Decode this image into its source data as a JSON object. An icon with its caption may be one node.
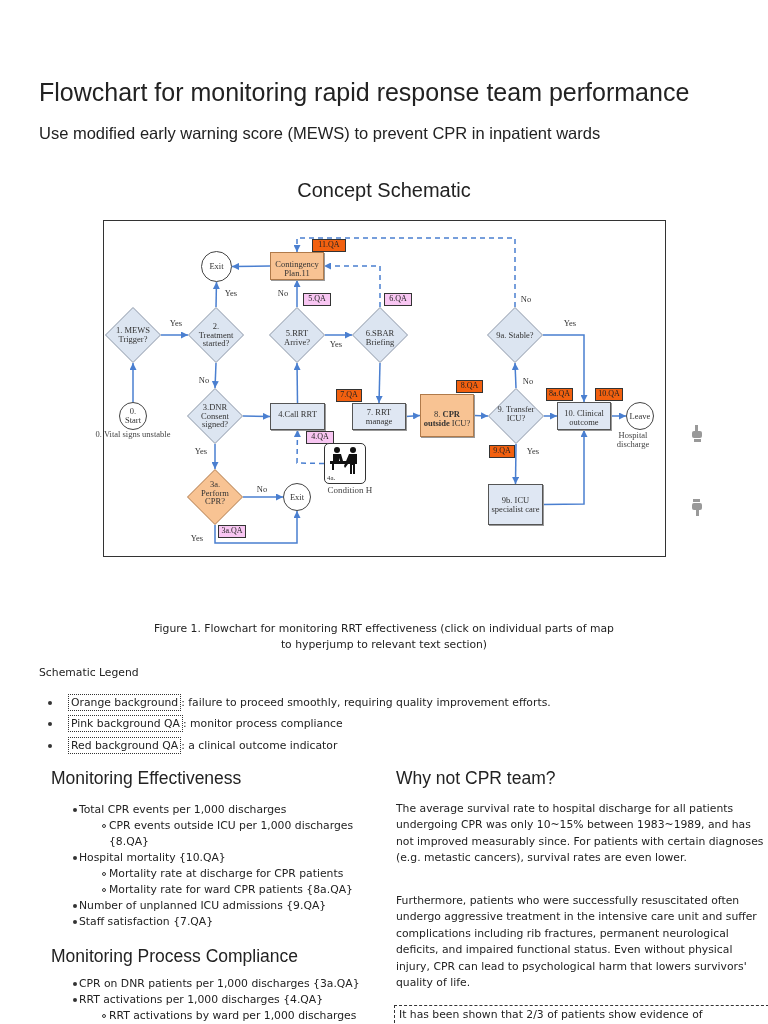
{
  "diagram": {
    "title": "Flowchart for monitoring rapid response team performance",
    "caption": "Figure 1. Flowchart for monitoring RRT effectiveness (click on individual parts of map to hyperjump to relevant text section)",
    "nodes": [
      {
        "text": [
          "Exit"
        ]
      },
      {
        "text": [
          "Contingency Plan.11"
        ]
      },
      {
        "text": [
          "11.QA"
        ]
      },
      {
        "text": [
          "1. MEWS Trigger?"
        ]
      },
      {
        "text": [
          "2. Treatment started?"
        ]
      },
      {
        "text": [
          "5.RRT Arrive?"
        ]
      },
      {
        "text": [
          "5.QA"
        ]
      },
      {
        "text": [
          "6.SBAR Briefing"
        ]
      },
      {
        "text": [
          "6.QA"
        ]
      },
      {
        "text": [
          "9a. Stable?"
        ]
      },
      {
        "text": [
          "0. Start"
        ],
        "beside": [
          "0. Vital signs unstable"
        ]
      },
      {
        "text": [
          "3.DNR Consent signed?"
        ]
      },
      {
        "text": [
          "4.Call RRT"
        ]
      },
      {
        "text": [
          "4.QA"
        ]
      },
      {
        "text": [
          "7.QA"
        ]
      },
      {
        "text": [
          "7. RRT manage"
        ]
      },
      {
        "text": [
          "8. **CPR outside** ICU?"
        ]
      },
      {
        "text": [
          "8.QA"
        ]
      },
      {
        "text": [
          "9. Transfer ICU?"
        ]
      },
      {
        "text": [
          "9.QA"
        ]
      },
      {
        "text": [
          "8a.QA"
        ]
      },
      {
        "text": [
          "10.QA"
        ]
      },
      {
        "text": [
          "10. Clinical outcome"
        ]
      },
      {
        "text": [
          "Leave"
        ],
        "beside": [
          "Hospital discharge"
        ]
      },
      {
        "text": [
          "4a."
        ],
        "beside": [
          "Condition H"
        ]
      },
      {
        "text": [
          "3a. Perform CPR?"
        ]
      },
      {
        "text": [
          "3a.QA"
        ]
      },
      {
        "text": [
          "Exit"
        ]
      },
      {
        "text": [
          "9b. ICU specialist care"
        ]
      }
    ],
    "edges": [
      {
        "from": 10,
        "to": 3,
        "arrow": "to"
      },
      {
        "from": 3,
        "to": 4,
        "arrow": "to",
        "label": "Yes"
      },
      {
        "from": 4,
        "to": 0,
        "arrow": "to",
        "label": "Yes"
      },
      {
        "from": 4,
        "to": 11,
        "arrow": "to",
        "label": "No"
      },
      {
        "from": 11,
        "to": 12,
        "arrow": "to"
      },
      {
        "from": 11,
        "to": 25,
        "arrow": "to",
        "label": "Yes"
      },
      {
        "from": 25,
        "to": 27,
        "arrow": "to",
        "label": "No"
      },
      {
        "from": 25,
        "to": 27,
        "arrow": "to",
        "label": "Yes"
      },
      {
        "from": 12,
        "to": 5,
        "arrow": "to"
      },
      {
        "from": 5,
        "to": 1,
        "arrow": "to",
        "label": "No"
      },
      {
        "from": 5,
        "to": 7,
        "arrow": "to",
        "label": "Yes"
      },
      {
        "from": 7,
        "to": 1,
        "arrow": "to",
        "style": "dashed"
      },
      {
        "from": 7,
        "to": 15,
        "arrow": "to"
      },
      {
        "from": 1,
        "to": 0,
        "arrow": "to"
      },
      {
        "from": 15,
        "to": 16,
        "arrow": "to"
      },
      {
        "from": 16,
        "to": 18,
        "arrow": "to"
      },
      {
        "from": 18,
        "to": 22,
        "arrow": "to"
      },
      {
        "from": 18,
        "to": 9,
        "arrow": "to",
        "label": "No"
      },
      {
        "from": 18,
        "to": 28,
        "arrow": "to",
        "label": "Yes"
      },
      {
        "from": 9,
        "to": 22,
        "arrow": "to",
        "label": "Yes"
      },
      {
        "from": 9,
        "to": 1,
        "arrow": "to",
        "label": "No",
        "style": "dashed"
      },
      {
        "from": 28,
        "to": 22,
        "arrow": "to"
      },
      {
        "from": 22,
        "to": 23,
        "arrow": "to"
      },
      {
        "from": 24,
        "to": 12,
        "arrow": "to",
        "style": "dashed"
      }
    ],
    "labels": [
      "Use modified early warning score (MEWS) to prevent CPR in inpatient wards",
      "Concept Schematic",
      "Schematic Legend",
      "Orange background",
      ": failure to proceed smoothly, requiring quality improvement efforts.",
      "Pink background QA",
      ": monitor process compliance",
      "Red background QA",
      ": a clinical outcome indicator",
      "Monitoring Effectiveness",
      "Total CPR events per 1,000 discharges",
      "CPR events outside ICU per 1,000 discharges {8.QA}",
      "Hospital mortality {10.QA}",
      "Mortality rate at discharge for CPR patients",
      "Mortality rate for ward CPR patients {8a.QA}",
      "Number of unplanned ICU admissions {9.QA}",
      "Staff satisfaction {7.QA}",
      "Monitoring Process Compliance",
      "CPR on DNR patients per 1,000 discharges {3a.QA}",
      "RRT activations per 1,000 discharges {4.QA}",
      "RRT activations by ward per 1,000 discharges",
      "Why not CPR team?",
      "The average survival rate to hospital discharge for all patients undergoing CPR was only 10~15% between 1983~1989, and has not improved measurably since. For patients with certain diagnoses (e.g. metastic cancers), survival rates are even lower.",
      "Furthermore, patients who were successfully resuscitated often undergo aggressive treatment in the intensive care unit and suffer complications including rib fractures, permanent neurological deficits, and impaired functional status. Even without physical injury, CPR can lead to psychological harm that lowers survivors' quality of life.",
      "It has been shown that 2/3 of patients show evidence of"
    ]
  }
}
